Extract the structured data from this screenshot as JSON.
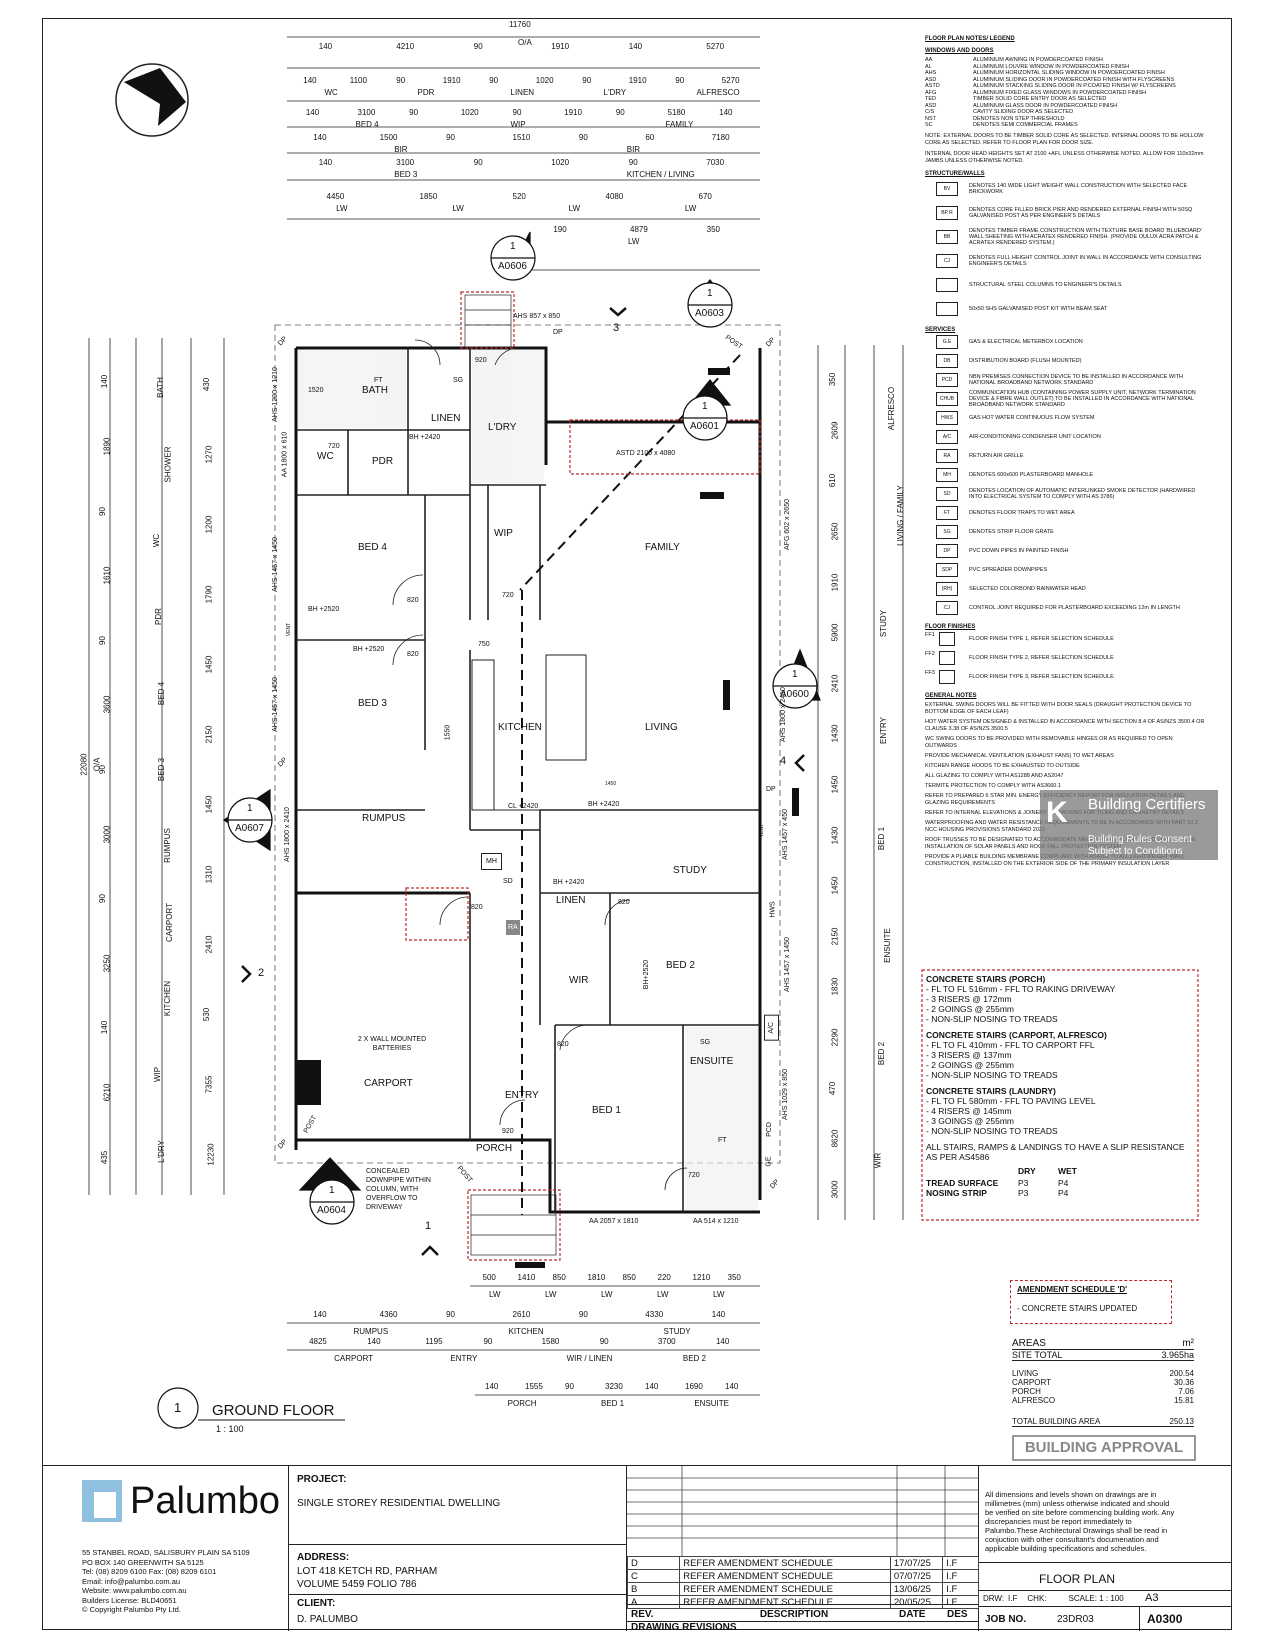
{
  "overall_dims": {
    "top_total": "11760",
    "top_oa": "O/A",
    "left_total": "22080",
    "left_oa": "O/A"
  },
  "top_dim_rows": [
    {
      "values": [
        "140",
        "4210",
        "90",
        "1910",
        "140",
        "5270"
      ],
      "labels": []
    },
    {
      "values": [
        "140",
        "1100",
        "90",
        "1910",
        "90",
        "1020",
        "90",
        "1910",
        "90",
        "5270"
      ],
      "labels": [
        "WC",
        "PDR",
        "LINEN",
        "L'DRY",
        "ALFRESCO"
      ]
    },
    {
      "values": [
        "140",
        "3100",
        "90",
        "1020",
        "90",
        "1910",
        "90",
        "5180",
        "140"
      ],
      "labels": [
        "BED 4",
        "WIP",
        "FAMILY"
      ]
    },
    {
      "values": [
        "140",
        "1500",
        "90",
        "1510",
        "90",
        "60",
        "7180"
      ],
      "labels": [
        "BIR",
        "BIR"
      ]
    },
    {
      "values": [
        "140",
        "3100",
        "90",
        "1020",
        "90",
        "7030"
      ],
      "labels": [
        "BED 3",
        "KITCHEN / LIVING"
      ]
    },
    {
      "values": [
        "4450",
        "1850",
        "520",
        "4080",
        "670"
      ],
      "labels": [
        "LW",
        "LW",
        "LW",
        "LW"
      ]
    },
    {
      "values": [
        "190",
        "4879",
        "350"
      ],
      "labels": [
        "LW"
      ]
    }
  ],
  "bottom_dim_rows": [
    {
      "values": [
        "500",
        "1410",
        "850",
        "1810",
        "850",
        "220",
        "1210",
        "350"
      ],
      "labels": [
        "LW",
        "LW",
        "LW",
        "LW",
        "LW"
      ]
    },
    {
      "values": [
        "140",
        "4360",
        "90",
        "2610",
        "90",
        "4330",
        "140"
      ],
      "labels": [
        "RUMPUS",
        "KITCHEN",
        "STUDY"
      ]
    },
    {
      "values": [
        "4825",
        "140",
        "1195",
        "90",
        "1580",
        "90",
        "3700",
        "140"
      ],
      "labels": [
        "CARPORT",
        "ENTRY",
        "WIR / LINEN",
        "BED 2"
      ]
    },
    {
      "values": [
        "140",
        "1555",
        "90",
        "3230",
        "140",
        "1690",
        "140"
      ],
      "labels": [
        "PORCH",
        "BED 1",
        "ENSUITE"
      ]
    }
  ],
  "left_dims": [
    "140",
    "1890",
    "90",
    "1610",
    "90",
    "3600",
    "90",
    "3000",
    "90",
    "3250",
    "140",
    "6210",
    "435"
  ],
  "left_labels": [
    "BATH",
    "SHOWER",
    "WC",
    "PDR",
    "BED 4",
    "BED 3",
    "RUMPUS",
    "CARPORT",
    "KITCHEN",
    "WIP",
    "L'DRY"
  ],
  "left_dims_2": [
    "430",
    "1270",
    "1200",
    "1790",
    "1450",
    "2150",
    "1450",
    "1310",
    "2410",
    "530",
    "7355",
    "12230"
  ],
  "right_dims": [
    "350",
    "2609",
    "610",
    "2650",
    "1910",
    "5900",
    "2410",
    "1430",
    "1450",
    "1430",
    "1450",
    "2150",
    "1830",
    "2290",
    "470",
    "8620",
    "3000"
  ],
  "right_labels": [
    "ALFRESCO",
    "LIVING / FAMILY",
    "STUDY",
    "ENTRY",
    "BED 1",
    "ENSUITE",
    "BED 2",
    "WIR"
  ],
  "rooms": {
    "bath": "BATH",
    "linen1": "LINEN",
    "laundry": "L'DRY",
    "wc": "WC",
    "pdr": "PDR",
    "bed4": "BED 4",
    "wip": "WIP",
    "family": "FAMILY",
    "bed3": "BED 3",
    "kitchen": "KITCHEN",
    "living": "LIVING",
    "rumpus": "RUMPUS",
    "study": "STUDY",
    "linen2": "LINEN",
    "wir": "WIR",
    "bed2": "BED 2",
    "carport": "CARPORT",
    "entry": "ENTRY",
    "ensuite": "ENSUITE",
    "bed1": "BED 1",
    "porch": "PORCH",
    "mh": "MH",
    "ra": "RA",
    "ac": "A/C",
    "sg": "SG",
    "ft": "FT",
    "sd": "SD"
  },
  "plan_notes": {
    "ahs_top": "AHS 857 x 850",
    "astd": "ASTD 2100 x 4080",
    "aa_bottom1": "AA 2057 x 1810",
    "aa_bottom2": "AA 514 x 1210",
    "bh2420": "BH +2420",
    "bh2520": "BH +2520",
    "cl2420": "CL +2420",
    "d720": "720",
    "d820": "820",
    "d920": "920",
    "d750": "750",
    "d1550": "1550",
    "d1450": "1450",
    "post": "POST",
    "dp": "DP",
    "batteries": "2 X WALL MOUNTED BATTERIES",
    "downpipe": "CONCEALED DOWNPIPE WITHIN COLUMN, WITH OVERFLOW TO DRIVEWAY",
    "hws": "HWS",
    "vent": "VENT",
    "ahs_left1": "AHS 1200 x 1210",
    "aa_left": "AA 1800 x 610",
    "ahs_left2": "AHS 1457 x 1450",
    "ahs_left3": "AHS 1457 x 1450",
    "ahs_left4": "AHS 1800 x 2410",
    "afg_right": "AFG 602 x 2650",
    "ahs_right1": "AHS 1800 x 2410",
    "ahs_right2": "AHS 1457 x 450",
    "ahs_right3": "AHS 1457 x 1450",
    "ahs_right4": "AHS 1029 x 850",
    "pcd": "PCD",
    "ge": "GE",
    "bh_inner": "BH+2520",
    "d1520": "1520",
    "fft": "FT"
  },
  "section_markers": [
    {
      "num": "1",
      "ref": "A0606"
    },
    {
      "num": "1",
      "ref": "A0603"
    },
    {
      "num": "1",
      "ref": "A0601"
    },
    {
      "num": "1",
      "ref": "A0600"
    },
    {
      "num": "1",
      "ref": "A0607"
    },
    {
      "num": "1",
      "ref": "A0604"
    }
  ],
  "elevation_markers": [
    "3",
    "4",
    "2",
    "1"
  ],
  "drawing_title": {
    "num": "1",
    "name": "GROUND FLOOR",
    "scale": "1 : 100"
  },
  "legend": {
    "title": "FLOOR PLAN NOTES/ LEGEND",
    "windows_title": "WINDOWS AND DOORS",
    "windows": [
      [
        "AA",
        "ALUMINIUM AWNING IN POWDERCOATED FINISH"
      ],
      [
        "AL",
        "ALUMINIUM LOUVRE WINDOW IN POWDERCOATED FINISH"
      ],
      [
        "AHS",
        "ALUMINIUM HORIZONTAL SLIDING WINDOW IN POWDERCOATED FINISH"
      ],
      [
        "ASD",
        "ALUMINIUM SLIDING DOOR IN POWDERCOATED FINISH WITH FLYSCREENS"
      ],
      [
        "ASTD",
        "ALUMINIUM STACKING SLIDING DOOR IN P.COATED FINISH W/ FLYSCREENS"
      ],
      [
        "AFG",
        "ALUMINIUM FIXED GLASS WINDOWS IN POWDERCOATED FINISH"
      ],
      [
        "TED",
        "TIMBER SOLID CORE ENTRY DOOR AS SELECTED"
      ],
      [
        "ASD",
        "ALUMINIUM GLASS DOOR IN POWDERCOATED FINISH"
      ],
      [
        "C/S",
        "CAVITY SLIDING DOOR AS SELECTED"
      ],
      [
        "NST",
        "DENOTES NON STEP THRESHOLD"
      ],
      [
        "SC",
        "DENOTES SEMI COMMERCIAL FRAMES"
      ]
    ],
    "note1": "NOTE: EXTERNAL DOORS TO BE TIMBER SOLID CORE AS SELECTED. INTERNAL DOORS TO BE HOLLOW CORE AS SELECTED. REFER TO FLOOR PLAN FOR DOOR SIZE.",
    "note2": "INTERNAL DOOR HEAD HEIGHTS SET AT 2100 +AFL UNLESS OTHERWISE NOTED. ALLOW FOR 110x32mm JAMBS UNLESS OTHERWISE NOTED.",
    "structure_title": "STRUCTURE/WALLS",
    "structure": [
      [
        "BV",
        "DENOTES 140 WIDE LIGHT WEIGHT WALL CONSTRUCTION WITH SELECTED FACE BRICKWORK"
      ],
      [
        "BP R",
        "DENOTES CORE FILLED BRICK PIER AND RENDERED EXTERNAL FINISH WITH 50SQ GALVANISED POST AS PER ENGINEER'S DETAILS"
      ],
      [
        "BB",
        "DENOTES TIMBER FRAME CONSTRUCTION WITH TEXTURE BASE BOARD 'BLUEBOARD' WALL SHEETING WITH ACRATEX RENDERED FINISH. (PROVIDE OULUX ACRA PATCH & ACRATEX RENDERED SYSTEM.)"
      ],
      [
        "CJ",
        "DENOTES FULL HEIGHT CONTROL JOINT IN WALL IN ACCORDANCE WITH CONSULTING ENGINEER'S DETAILS"
      ],
      [
        "",
        "STRUCTURAL STEEL COLUMNS TO ENGINEER'S DETAILS"
      ],
      [
        "",
        "50x50 SHS GALVANISED POST KIT WITH BEAM SEAT"
      ]
    ],
    "services_title": "SERVICES",
    "services": [
      [
        "G.E",
        "GAS & ELECTRICAL METERBOX LOCATION"
      ],
      [
        "DB",
        "DISTRIBUTION BOARD (FLUSH MOUNTED)"
      ],
      [
        "PCD",
        "NBN PREMISES CONNECTION DEVICE TO BE INSTALLED IN ACCORDANCE WITH NATIONAL BROADBAND NETWORK STANDARD"
      ],
      [
        "CHUB",
        "COMMUNICATION HUB (CONTAINING POWER SUPPLY UNIT, NETWORK TERMINATION DEVICE & FIBRE WALL OUTLET) TO BE INSTALLED IN ACCORDANCE WITH NATIONAL BROADBAND NETWORK STANDARD"
      ],
      [
        "HWS",
        "GAS HOT WATER CONTINUOUS FLOW SYSTEM"
      ],
      [
        "A/C",
        "AIR-CONDITIONING CONDENSER UNIT LOCATION"
      ],
      [
        "RA",
        "RETURN AIR GRILLE"
      ],
      [
        "MH",
        "DENOTES 600x600 PLASTERBOARD MANHOLE"
      ],
      [
        "SD",
        "DENOTES LOCATION OF AUTOMATIC INTERLINKED SMOKE DETECTOR (HARDWIRED INTO ELECTRICAL SYSTEM TO COMPLY WITH AS 3786)"
      ],
      [
        "FT",
        "DENOTES FLOOR TRAPS TO WET AREA"
      ],
      [
        "SG",
        "DENOTES STRIP FLOOR GRATE"
      ],
      [
        "DP",
        "PVC DOWN PIPES IN PAINTED FINISH"
      ],
      [
        "SDP",
        "PVC SPREADER DOWNPIPES"
      ],
      [
        "(RH)",
        "SELECTED COLORBOND RAINWATER HEAD"
      ],
      [
        "CJ",
        "CONTROL JOINT REQUIRED FOR PLASTERBOARD EXCEEDING 12m IN LENGTH"
      ]
    ],
    "finishes_title": "FLOOR FINISHES",
    "finishes": [
      [
        "FF1",
        "FLOOR FINISH TYPE 1, REFER SELECTION SCHEDULE"
      ],
      [
        "FF2",
        "FLOOR FINISH TYPE 2, REFER SELECTION SCHEDULE"
      ],
      [
        "FF3",
        "FLOOR FINISH TYPE 3, REFER SELECTION SCHEDULE"
      ]
    ],
    "general_title": "GENERAL NOTES",
    "general": [
      "EXTERNAL SWING DOORS WILL BE FITTED WITH DOOR SEALS (DRAUGHT PROTECTION DEVICE TO BOTTOM EDGE OF EACH LEAF)",
      "HOT WATER SYSTEM DESIGNED & INSTALLED IN ACCORDANCE WITH SECTION 8.4 OF AS/NZS 3500.4 OR CLAUSE 3.38 OF AS/NZS 3500.5",
      "WC SWING DOORS TO BE PROVIDED WITH REMOVABLE HINGES OR AS REQUIRED TO OPEN OUTWARDS",
      "PROVIDE MECHANICAL VENTILATION (EXHAUST FANS) TO WET AREAS",
      "KITCHEN RANGE HOODS TO BE EXHAUSTED TO OUTSIDE",
      "ALL GLAZING TO COMPLY WITH AS1288 AND AS2047",
      "TERMITE PROTECTION TO COMPLY WITH AS3660.1",
      "REFER TO PREPARED 6 STAR MIN. ENERGY EFFICIENCY REPORT FOR INSULATION DETAILS AND GLAZING REQUIREMENTS",
      "REFER TO INTERNAL ELEVATIONS & JOINERY ELEVATIONS FOR TILING AND CABINETRY DETAILS",
      "WATERPROOFING AND WATER RESISTANCE REQUIREMENTS TO BE IN ACCORDANCE WITH PART 10.2 NCC HOUSING PROVISIONS STANDARD 2022",
      "ROOF TRUSSES TO BE DESIGNATED TO ACCOMMODATE MECHANICAL A/C UNIT LOADS AND FUTURE INSTALLATION OF SOLAR PANELS AND ROOF FALL PROTECTION SYSTEM",
      "PROVIDE A PLIABLE BUILDING MEMBRANE COMPLIANT WITH AS4200 TO ALL LIGHTWEIGHT WALL CONSTRUCTION, INSTALLED ON THE EXTERIOR SIDE OF THE PRIMARY INSULATION LAYER"
    ]
  },
  "stamp": {
    "brand": "Building Certifiers",
    "line1": "Building Rules Consent",
    "line2": "Subject to Conditions"
  },
  "stairs_notes": {
    "porch_title": "CONCRETE STAIRS (PORCH)",
    "porch": [
      "- FL TO FL 516mm - FFL TO RAKING DRIVEWAY",
      "- 3 RISERS @ 172mm",
      "- 2 GOINGS @ 255mm",
      "- NON-SLIP NOSING TO TREADS"
    ],
    "carport_title": "CONCRETE STAIRS (CARPORT, ALFRESCO)",
    "carport": [
      "- FL TO FL 410mm - FFL TO CARPORT FFL",
      "- 3 RISERS @ 137mm",
      "- 2 GOINGS @ 255mm",
      "- NON-SLIP NOSING TO TREADS"
    ],
    "laundry_title": "CONCRETE STAIRS (LAUNDRY)",
    "laundry": [
      "- FL TO FL 580mm - FFL TO PAVING LEVEL",
      "- 4 RISERS @ 145mm",
      "- 3 GOINGS @ 255mm",
      "- NON-SLIP NOSING TO TREADS"
    ],
    "slip": "ALL STAIRS, RAMPS & LANDINGS TO HAVE A SLIP RESISTANCE AS PER AS4586",
    "dry": "DRY",
    "wet": "WET",
    "tread": "TREAD SURFACE",
    "tread_dry": "P3",
    "tread_wet": "P4",
    "nosing": "NOSING STRIP",
    "nosing_dry": "P3",
    "nosing_wet": "P4"
  },
  "amendment": {
    "title": "AMENDMENT SCHEDULE 'D'",
    "item": "- CONCRETE STAIRS UPDATED"
  },
  "areas": {
    "title": "AREAS",
    "unit": "m²",
    "site_label": "SITE TOTAL",
    "site_value": "3.965ha",
    "rows": [
      [
        "LIVING",
        "200.54"
      ],
      [
        "CARPORT",
        "30.36"
      ],
      [
        "PORCH",
        "7.06"
      ],
      [
        "ALFRESCO",
        "15.81"
      ]
    ],
    "total_label": "TOTAL BUILDING AREA",
    "total_value": "250.13"
  },
  "approval": "BUILDING APPROVAL",
  "title_block": {
    "company": "Palumbo",
    "address": [
      "55 STANBEL ROAD, SALISBURY PLAIN SA 5109",
      "PO BOX 140 GREENWITH SA 5125",
      "Tel: (08) 8209 6100      Fax: (08) 8209 6101",
      "Email: info@palumbo.com.au",
      "Website: www.palumbo.com.au",
      "Builders License: BLD40651",
      "© Copyright Palumbo Pty Ltd."
    ],
    "project_label": "PROJECT:",
    "project": "SINGLE STOREY RESIDENTIAL DWELLING",
    "address_label": "ADDRESS:",
    "site_address1": "LOT 418 KETCH RD, PARHAM",
    "site_address2": "VOLUME 5459 FOLIO 786",
    "client_label": "CLIENT:",
    "client": "D. PALUMBO",
    "revisions": [
      [
        "D",
        "REFER AMENDMENT SCHEDULE",
        "17/07/25",
        "I.F"
      ],
      [
        "C",
        "REFER AMENDMENT SCHEDULE",
        "07/07/25",
        "I.F"
      ],
      [
        "B",
        "REFER AMENDMENT SCHEDULE",
        "13/06/25",
        "I.F"
      ],
      [
        "A",
        "REFER AMENDMENT SCHEDULE",
        "20/05/25",
        "I.F"
      ]
    ],
    "rev_head": [
      "REV.",
      "DESCRIPTION",
      "DATE",
      "DES"
    ],
    "revisions_title": "DRAWING REVISIONS",
    "disclaimer": "All dimensions and levels shown on drawings are in millimetres (mm) unless otherwise indicated and should be verified on site before commencing building work. Any discrepancies must be report immediately to Palumbo.These Architectural Drawings shall be read in conjuction with other consultant's documenation and applicable building specifications and schedules.",
    "sheet_title": "FLOOR PLAN",
    "drw_label": "DRW:",
    "drw": "I.F",
    "chk_label": "CHK:",
    "scale_label": "SCALE: 1 : 100",
    "size": "A3",
    "job_label": "JOB NO.",
    "job": "23DR03",
    "sheet": "A0300"
  }
}
